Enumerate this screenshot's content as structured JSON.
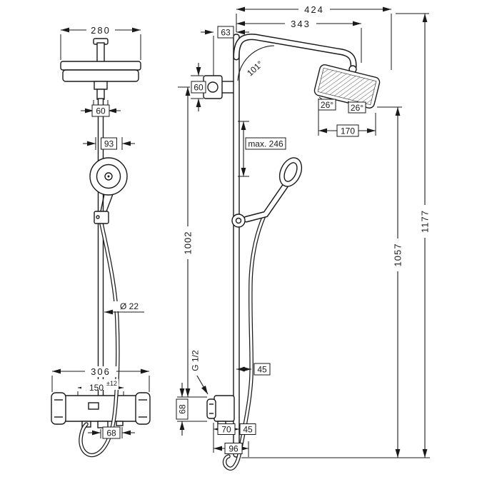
{
  "colors": {
    "background": "#ffffff",
    "line": "#1a1a1a"
  },
  "front_view": {
    "head_width": "280",
    "arm_offset": "60",
    "handshower_width": "93",
    "pipe_diameter": "Ø 22",
    "valve_width": "306",
    "connection_centers": "150",
    "connection_tolerance": "±12",
    "outlet_offset": "68"
  },
  "side_view": {
    "overall_reach": "424",
    "arm_reach": "343",
    "wall_to_pipe": "63",
    "bracket_height": "60",
    "arm_angle": "101°",
    "height_adjustment": "max. 246",
    "head_depth": "170",
    "tilt_angle_left": "26°",
    "tilt_angle_right": "26°",
    "hose_offset": "45",
    "thread_size": "G 1/2",
    "valve_height": "68",
    "valve_depth": "70",
    "outlet_depth": "45",
    "bottom_depth": "96",
    "bracket_to_valve_height": "1002",
    "head_bottom_height": "1057",
    "overall_height": "1177"
  }
}
